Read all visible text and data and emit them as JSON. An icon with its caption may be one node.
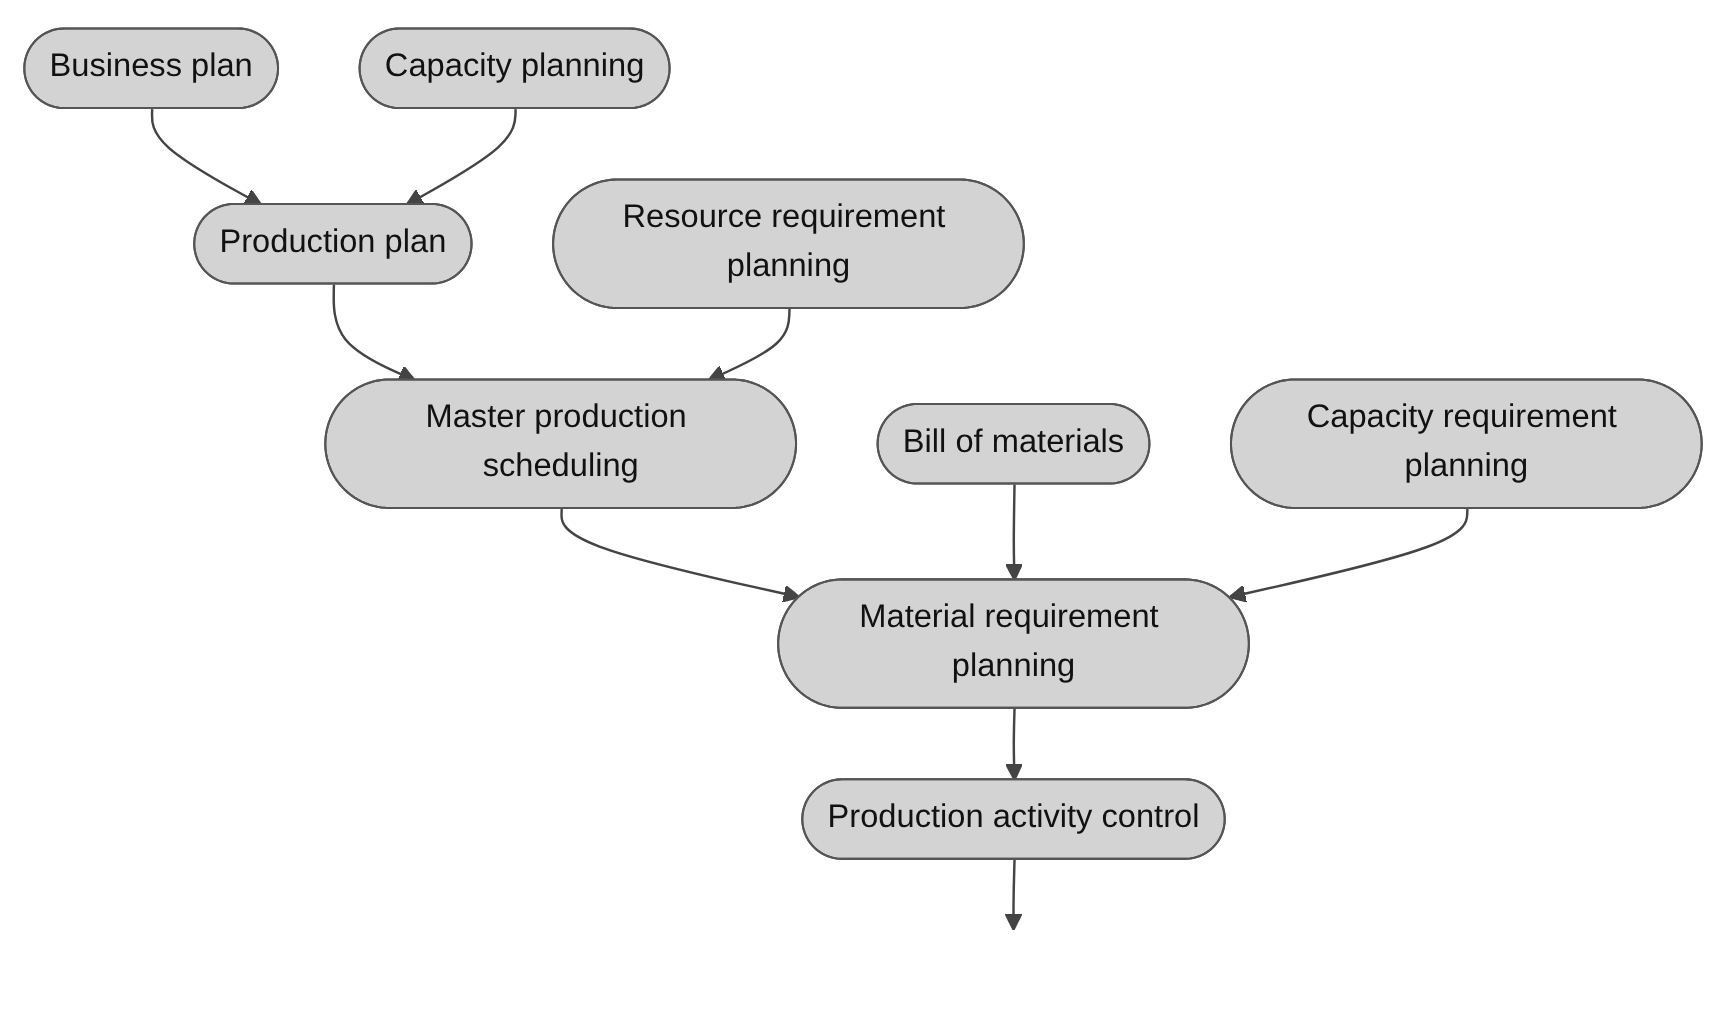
{
  "diagram": {
    "nodes": [
      {
        "text": [
          "Business plan"
        ]
      },
      {
        "text": [
          "Production plan"
        ]
      },
      {
        "text": [
          "Capacity planning"
        ]
      },
      {
        "text": [
          "Master production scheduling"
        ]
      },
      {
        "text": [
          "Resource requirement planning"
        ]
      },
      {
        "text": [
          "Bill of materials"
        ]
      },
      {
        "text": [
          "Material requirement planning"
        ]
      },
      {
        "text": [
          "Capacity requirement planning"
        ]
      },
      {
        "text": [
          "Production activity control"
        ]
      }
    ],
    "edges": [
      {
        "from": 0,
        "to": 1,
        "arrow": "to"
      },
      {
        "from": 2,
        "to": 1,
        "arrow": "to"
      },
      {
        "from": 1,
        "to": 3,
        "arrow": "to"
      },
      {
        "from": 4,
        "to": 3,
        "arrow": "to"
      },
      {
        "from": 3,
        "to": 6,
        "arrow": "to"
      },
      {
        "from": 5,
        "to": 6,
        "arrow": "to"
      },
      {
        "from": 7,
        "to": 6,
        "arrow": "to"
      },
      {
        "from": 6,
        "to": 8,
        "arrow": "to"
      },
      {
        "from": 8,
        "to": null,
        "arrow": "to"
      }
    ]
  }
}
